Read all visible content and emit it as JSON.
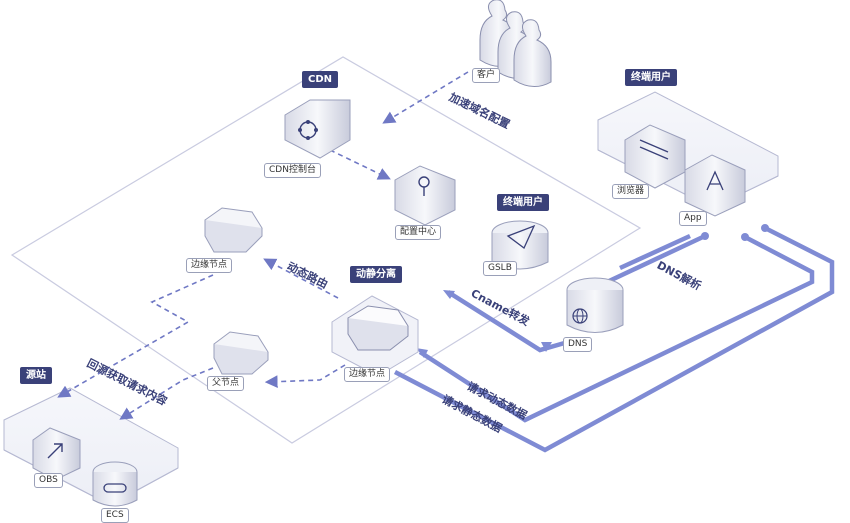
{
  "tags": {
    "cdn": "CDN",
    "end_user_top": "终端用户",
    "end_user_mid": "终端用户",
    "dynamic_static": "动静分离",
    "origin": "源站"
  },
  "labels": {
    "customer": "客户",
    "cdn_console": "CDN控制台",
    "config_center": "配置中心",
    "gslb": "GSLB",
    "edge_node_left": "边缘节点",
    "edge_node_center": "边缘节点",
    "parent_node": "父节点",
    "dns": "DNS",
    "browser": "浏览器",
    "app": "App",
    "obs": "OBS",
    "ecs": "ECS"
  },
  "flows": {
    "accelerate_domain": "加速域名配置",
    "dynamic_route": "动态路由",
    "back_to_origin": "回源获取请求内容",
    "dns_resolve": "DNS解析",
    "cname_forward": "Cname转发",
    "request_dynamic": "请求动态数据",
    "request_static": "请求静态数据"
  },
  "colors": {
    "accent": "#3a4179",
    "flow_blue": "#7f8bd4",
    "dashed": "#6f78c4",
    "platform_line": "#c9cbe0"
  }
}
